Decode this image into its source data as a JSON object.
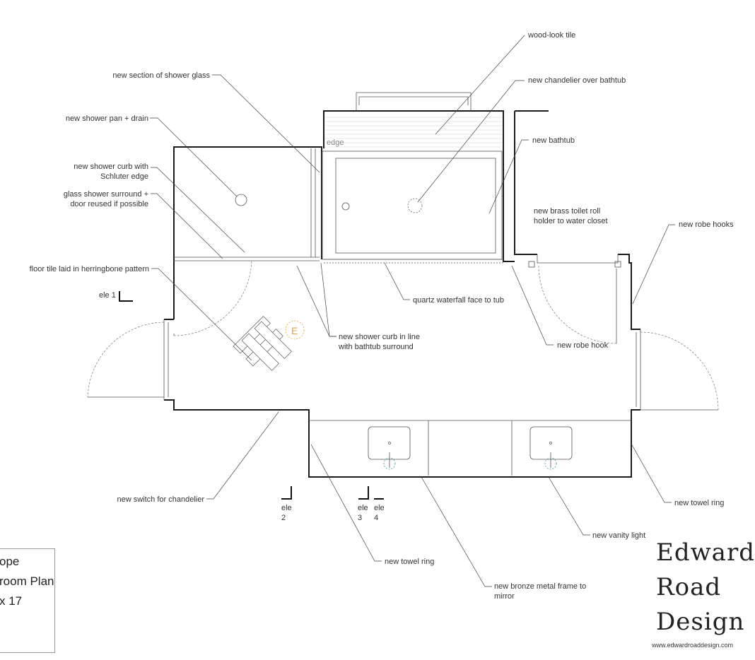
{
  "annotations": {
    "wood_look_tile": "wood-look tile",
    "new_chandelier_over_bathtub": "new chandelier over bathtub",
    "new_section_of_shower_glass": "new section of shower glass",
    "new_shower_pan_drain": "new shower pan + drain",
    "new_bathtub": "new bathtub",
    "edge": "edge",
    "new_shower_curb_line1": "new shower curb with",
    "new_shower_curb_line2": "Schluter edge",
    "glass_surround_line1": "glass shower surround +",
    "glass_surround_line2": "door reused if possible",
    "toilet_roll_line1": "new brass toilet roll",
    "toilet_roll_line2": "holder to water closet",
    "new_robe_hooks": "new robe hooks",
    "floor_tile_herringbone": "floor tile laid in herringbone pattern",
    "quartz_waterfall": "quartz waterfall face to tub",
    "new_robe_hook": "new robe hook",
    "curb_in_line_line1": "new shower curb in line",
    "curb_in_line_line2": "with bathtub surround",
    "new_switch_for_chandelier": "new switch for chandelier",
    "new_towel_ring_right": "new towel ring",
    "new_vanity_light": "new vanity light",
    "new_towel_ring_bottom": "new towel ring",
    "bronze_frame_line1": "new bronze metal frame to",
    "bronze_frame_line2": "mirror",
    "e_marker": "E"
  },
  "elevations": {
    "ele1": "ele 1",
    "ele2_word": "ele",
    "ele2_num": "2",
    "ele3_word": "ele",
    "ele3_num": "3",
    "ele4_word": "ele",
    "ele4_num": "4"
  },
  "title_block": {
    "line1": "ope",
    "line2": "room Plan",
    "line3": "x 17"
  },
  "brand": {
    "line1": "Edward",
    "line2": "Road",
    "line3": "Design",
    "website": "www.edwardroaddesign.com"
  },
  "colors": {
    "accent": "#e8a040",
    "lines": "#1a1a1a",
    "fixture_dash": "#4a9aa0"
  }
}
